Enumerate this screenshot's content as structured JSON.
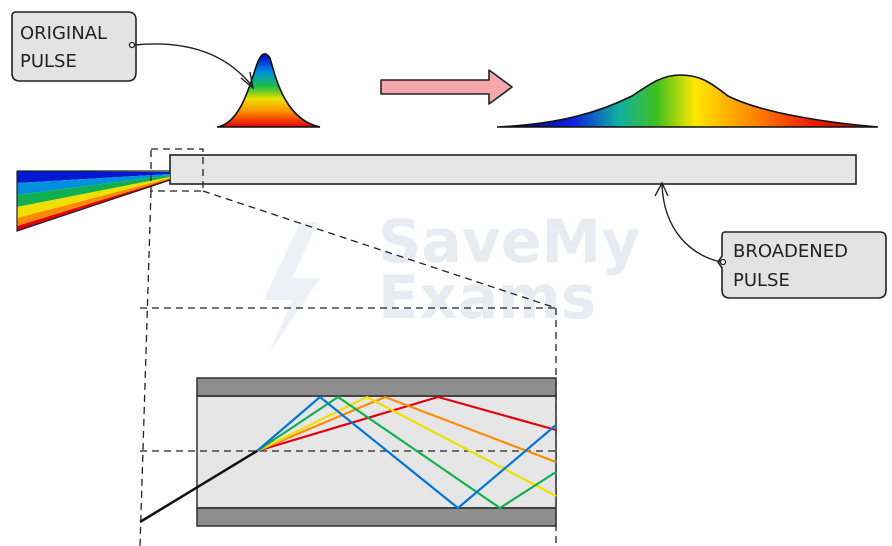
{
  "labels": {
    "original_pulse": [
      "ORIGINAL",
      "PULSE"
    ],
    "broadened_pulse": [
      "BROADENED",
      "PULSE"
    ]
  },
  "watermark": [
    "SaveMy",
    "Exams"
  ],
  "colors": {
    "spectrum": [
      "#0018d0",
      "#0077d8",
      "#10b050",
      "#f0e000",
      "#ff8a00",
      "#e00010"
    ],
    "arrow_fill": "#f5a7ab",
    "fibre_fill": "#e6e6e6",
    "cladding_fill": "#8e8e8e",
    "callout_fill": "#e3e3e3"
  }
}
